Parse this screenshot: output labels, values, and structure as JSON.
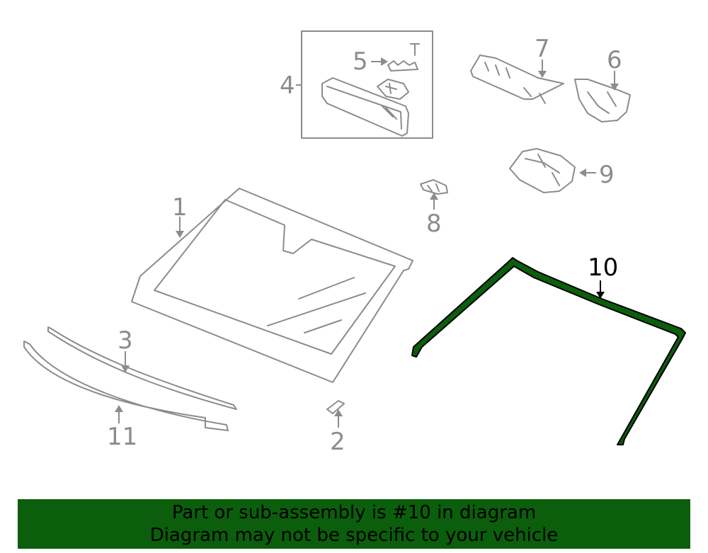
{
  "callouts": {
    "c1": "1",
    "c2": "2",
    "c3": "3",
    "c4": "4",
    "c5": "5",
    "c6": "6",
    "c7": "7",
    "c8": "8",
    "c9": "9",
    "c10": "10",
    "c11": "11"
  },
  "highlighted_part": "10",
  "colors": {
    "banner": "#0b5e0b",
    "highlight": "#0b5e0b",
    "parts": "#8c8c8c"
  },
  "banner": {
    "line1": "Part or sub-assembly is #10 in diagram",
    "line2": "Diagram may not be specific to your vehicle"
  }
}
